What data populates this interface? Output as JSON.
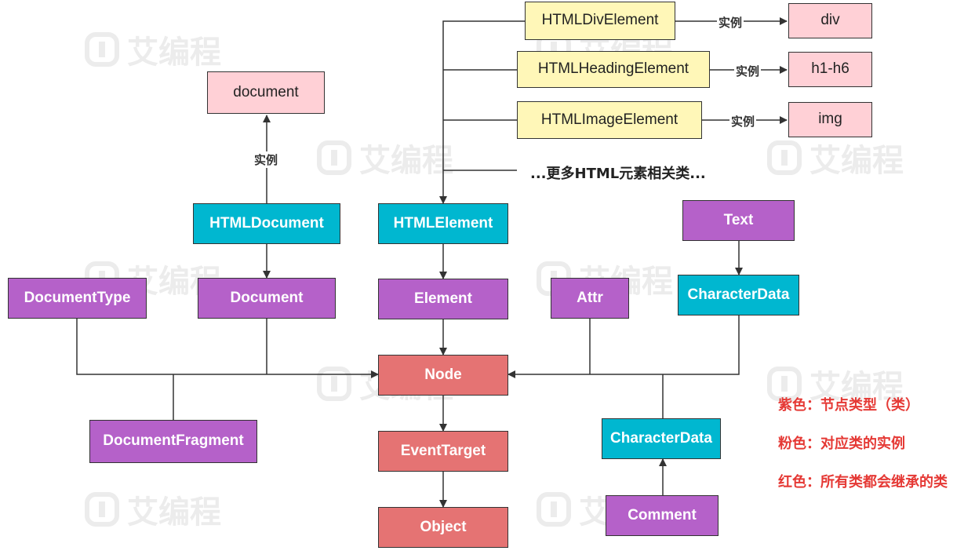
{
  "watermark": "艾编程",
  "colors": {
    "purple": "#b561c9",
    "teal": "#00b7d0",
    "red": "#e57373",
    "pink": "#ffd0d6",
    "yellow": "#fff7b8",
    "line": "#333333",
    "legend": "#e53935"
  },
  "nodes": {
    "document": "document",
    "html_document": "HTMLDocument",
    "document_class": "Document",
    "document_type": "DocumentType",
    "document_fragment": "DocumentFragment",
    "html_element": "HTMLElement",
    "element": "Element",
    "node": "Node",
    "event_target": "EventTarget",
    "object": "Object",
    "attr": "Attr",
    "text": "Text",
    "character_data_top": "CharacterData",
    "character_data_bottom": "CharacterData",
    "comment": "Comment",
    "html_div_element": "HTMLDivElement",
    "html_heading_element": "HTMLHeadingElement",
    "html_image_element": "HTMLImageElement",
    "div": "div",
    "h1_h6": "h1-h6",
    "img": "img"
  },
  "edge_labels": {
    "instance": "实例"
  },
  "more_elements": "...更多HTML元素相关类...",
  "legend": {
    "purple": "紫色：节点类型（类）",
    "pink": "粉色：对应类的实例",
    "red": "红色：所有类都会继承的类"
  }
}
